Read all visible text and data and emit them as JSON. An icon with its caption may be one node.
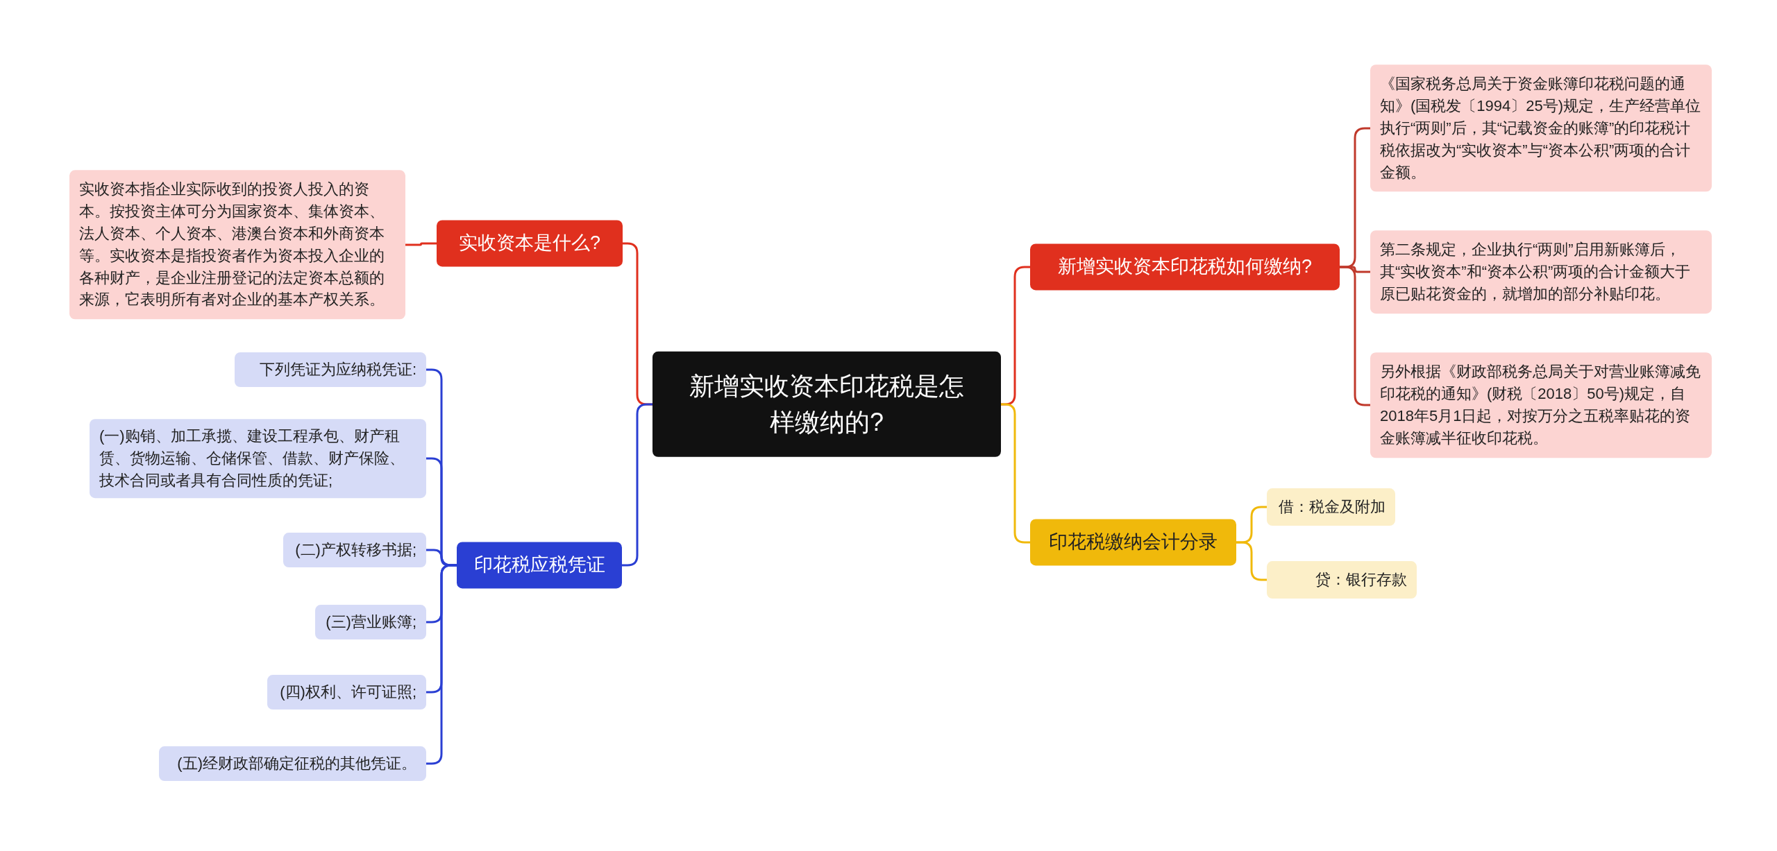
{
  "diagram": {
    "nodes": [
      {
        "text": [
          "新增实收资本印花税是怎样缴纳的?"
        ]
      },
      {
        "text": [
          "实收资本是什么?"
        ]
      },
      {
        "text": [
          "实收资本指企业实际收到的投资人投入的资本。按投资主体可分为国家资本、集体资本、法人资本、个人资本、港澳台资本和外商资本等。实收资本是指投资者作为资本投入企业的各种财产，是企业注册登记的法定资本总额的来源，它表明所有者对企业的基本产权关系。"
        ]
      },
      {
        "text": [
          "印花税应税凭证"
        ]
      },
      {
        "text": [
          "下列凭证为应纳税凭证:"
        ]
      },
      {
        "text": [
          "(一)购销、加工承揽、建设工程承包、财产租赁、货物运输、仓储保管、借款、财产保险、技术合同或者具有合同性质的凭证;"
        ]
      },
      {
        "text": [
          "(二)产权转移书据;"
        ]
      },
      {
        "text": [
          "(三)营业账簿;"
        ]
      },
      {
        "text": [
          "(四)权利、许可证照;"
        ]
      },
      {
        "text": [
          "(五)经财政部确定征税的其他凭证。"
        ]
      },
      {
        "text": [
          "新增实收资本印花税如何缴纳?"
        ]
      },
      {
        "text": [
          "《国家税务总局关于资金账簿印花税问题的通知》(国税发〔1994〕25号)规定，生产经营单位执行“两则”后，其“记载资金的账簿”的印花税计税依据改为“实收资本”与“资本公积”两项的合计金额。"
        ]
      },
      {
        "text": [
          "第二条规定，企业执行“两则”启用新账簿后，其“实收资本”和“资本公积”两项的合计金额大于原已贴花资金的，就增加的部分补贴印花。"
        ]
      },
      {
        "text": [
          "另外根据《财政部税务总局关于对营业账簿减免印花税的通知》(财税〔2018〕50号)规定，自2018年5月1日起，对按万分之五税率贴花的资金账簿减半征收印花税。"
        ]
      },
      {
        "text": [
          "印花税缴纳会计分录"
        ]
      },
      {
        "text": [
          "借：税金及附加"
        ]
      },
      {
        "text": [
          "贷：银行存款"
        ]
      }
    ],
    "edges": [
      {
        "from": 0,
        "to": 1,
        "arrow": "none",
        "color": "#e0301e"
      },
      {
        "from": 1,
        "to": 2,
        "arrow": "none",
        "color": "#e0301e"
      },
      {
        "from": 0,
        "to": 3,
        "arrow": "none"
      },
      {
        "from": 3,
        "to": 4,
        "arrow": "none"
      },
      {
        "from": 3,
        "to": 5,
        "arrow": "none"
      },
      {
        "from": 3,
        "to": 6,
        "arrow": "none"
      },
      {
        "from": 3,
        "to": 7,
        "arrow": "none"
      },
      {
        "from": 3,
        "to": 8,
        "arrow": "none"
      },
      {
        "from": 3,
        "to": 9,
        "arrow": "none"
      },
      {
        "from": 0,
        "to": 10,
        "arrow": "none",
        "color": "#e0301e"
      },
      {
        "from": 10,
        "to": 11,
        "arrow": "none",
        "color": "#c0392b"
      },
      {
        "from": 10,
        "to": 12,
        "arrow": "none",
        "color": "#c0392b"
      },
      {
        "from": 10,
        "to": 13,
        "arrow": "none",
        "color": "#c0392b"
      },
      {
        "from": 0,
        "to": 14,
        "arrow": "none",
        "color": "#f0b90b"
      },
      {
        "from": 14,
        "to": 15,
        "arrow": "none",
        "color": "#f0b90b"
      },
      {
        "from": 14,
        "to": 16,
        "arrow": "none",
        "color": "#f0b90b"
      }
    ]
  }
}
